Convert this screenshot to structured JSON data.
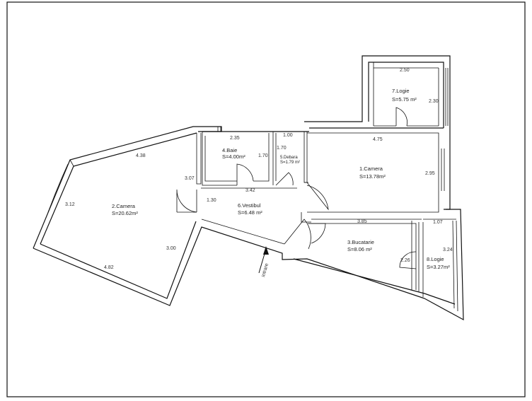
{
  "rooms": {
    "camera1": {
      "name": "1.Camera",
      "area": "S=13.78m²"
    },
    "camera2": {
      "name": "2.Camera",
      "area": "S=20.62m²"
    },
    "bucatarie": {
      "name": "3.Bucatarie",
      "area": "S=8.06 m²"
    },
    "baie": {
      "name": "4.Baie",
      "area": "S=4.00m²"
    },
    "debara": {
      "name": "5.Debara",
      "area": "S=1.79 m²"
    },
    "vestibul": {
      "name": "6.Vestibul",
      "area": "S=6.48 m²"
    },
    "logie7": {
      "name": "7.Logie",
      "area": "S=5.75 m²"
    },
    "logie8": {
      "name": "8.Logie",
      "area": "S=3.27m²"
    }
  },
  "dimensions": {
    "logie7_w": "2.50",
    "logie7_h": "2.30",
    "camera1_w": "4.75",
    "camera1_h": "2.95",
    "baie_w": "2.35",
    "baie_h": "1.70",
    "debara_w": "1.00",
    "debara_h": "1.70",
    "camera2_top": "4.38",
    "camera2_left": "3.12",
    "camera2_right_top": "3.07",
    "camera2_right": "3.00",
    "camera2_bottom": "4.82",
    "vestibul_w": "3.42",
    "vestibul_h": "1.30",
    "bucatarie_w": "3.85",
    "logie8_w": "1.07",
    "logie8_h": "3.24",
    "bucatarie_door": "2.26"
  },
  "entrance": "intrare"
}
